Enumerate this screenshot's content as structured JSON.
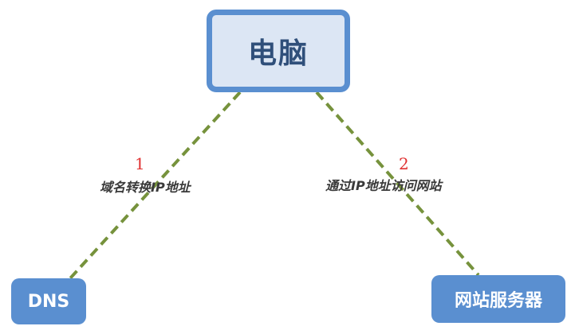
{
  "nodes": {
    "computer": "电脑",
    "dns": "DNS",
    "web_server": "网站服务器"
  },
  "edges": [
    {
      "number": "1",
      "label": "域名转换IP地址",
      "from": "computer",
      "to": "dns"
    },
    {
      "number": "2",
      "label": "通过IP地址访问网站",
      "from": "computer",
      "to": "web_server"
    }
  ],
  "colors": {
    "edge": "#76923c",
    "node_fill": "#5a8fd0",
    "computer_fill": "#dce6f4",
    "computer_text": "#2f4f7a",
    "step_number": "#e03030"
  }
}
